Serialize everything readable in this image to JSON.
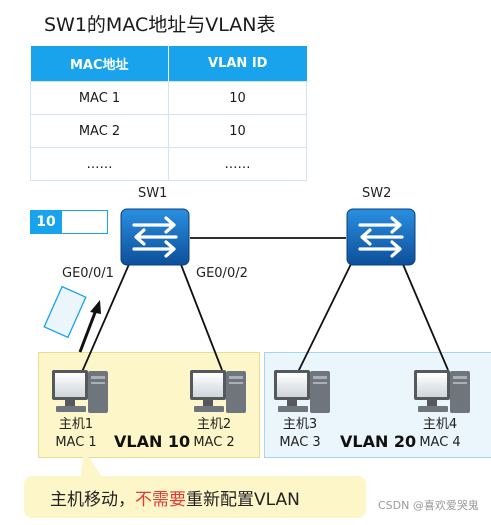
{
  "title": "SW1的MAC地址与VLAN表",
  "table": {
    "headers": [
      "MAC地址",
      "VLAN ID"
    ],
    "rows": [
      [
        "MAC 1",
        "10"
      ],
      [
        "MAC 2",
        "10"
      ],
      [
        "……",
        "……"
      ]
    ]
  },
  "switches": {
    "sw1": "SW1",
    "sw2": "SW2"
  },
  "ports": {
    "p1": "GE0/0/1",
    "p2": "GE0/0/2"
  },
  "tag_value": "10",
  "hosts": [
    {
      "name": "主机1",
      "mac": "MAC 1"
    },
    {
      "name": "主机2",
      "mac": "MAC 2"
    },
    {
      "name": "主机3",
      "mac": "MAC 3"
    },
    {
      "name": "主机4",
      "mac": "MAC 4"
    }
  ],
  "vlans": {
    "v10": "VLAN 10",
    "v20": "VLAN 20"
  },
  "callout": {
    "part1": "主机移动，",
    "part2": "不需要",
    "part3": "重新配置VLAN"
  },
  "watermark": "CSDN @喜欢爱哭鬼",
  "colors": {
    "accent": "#19a3ec",
    "switch": "#1466b8",
    "vlan10_bg": "#fdf6c9",
    "vlan20_bg": "#eaf6fb",
    "highlight": "#e53935"
  }
}
